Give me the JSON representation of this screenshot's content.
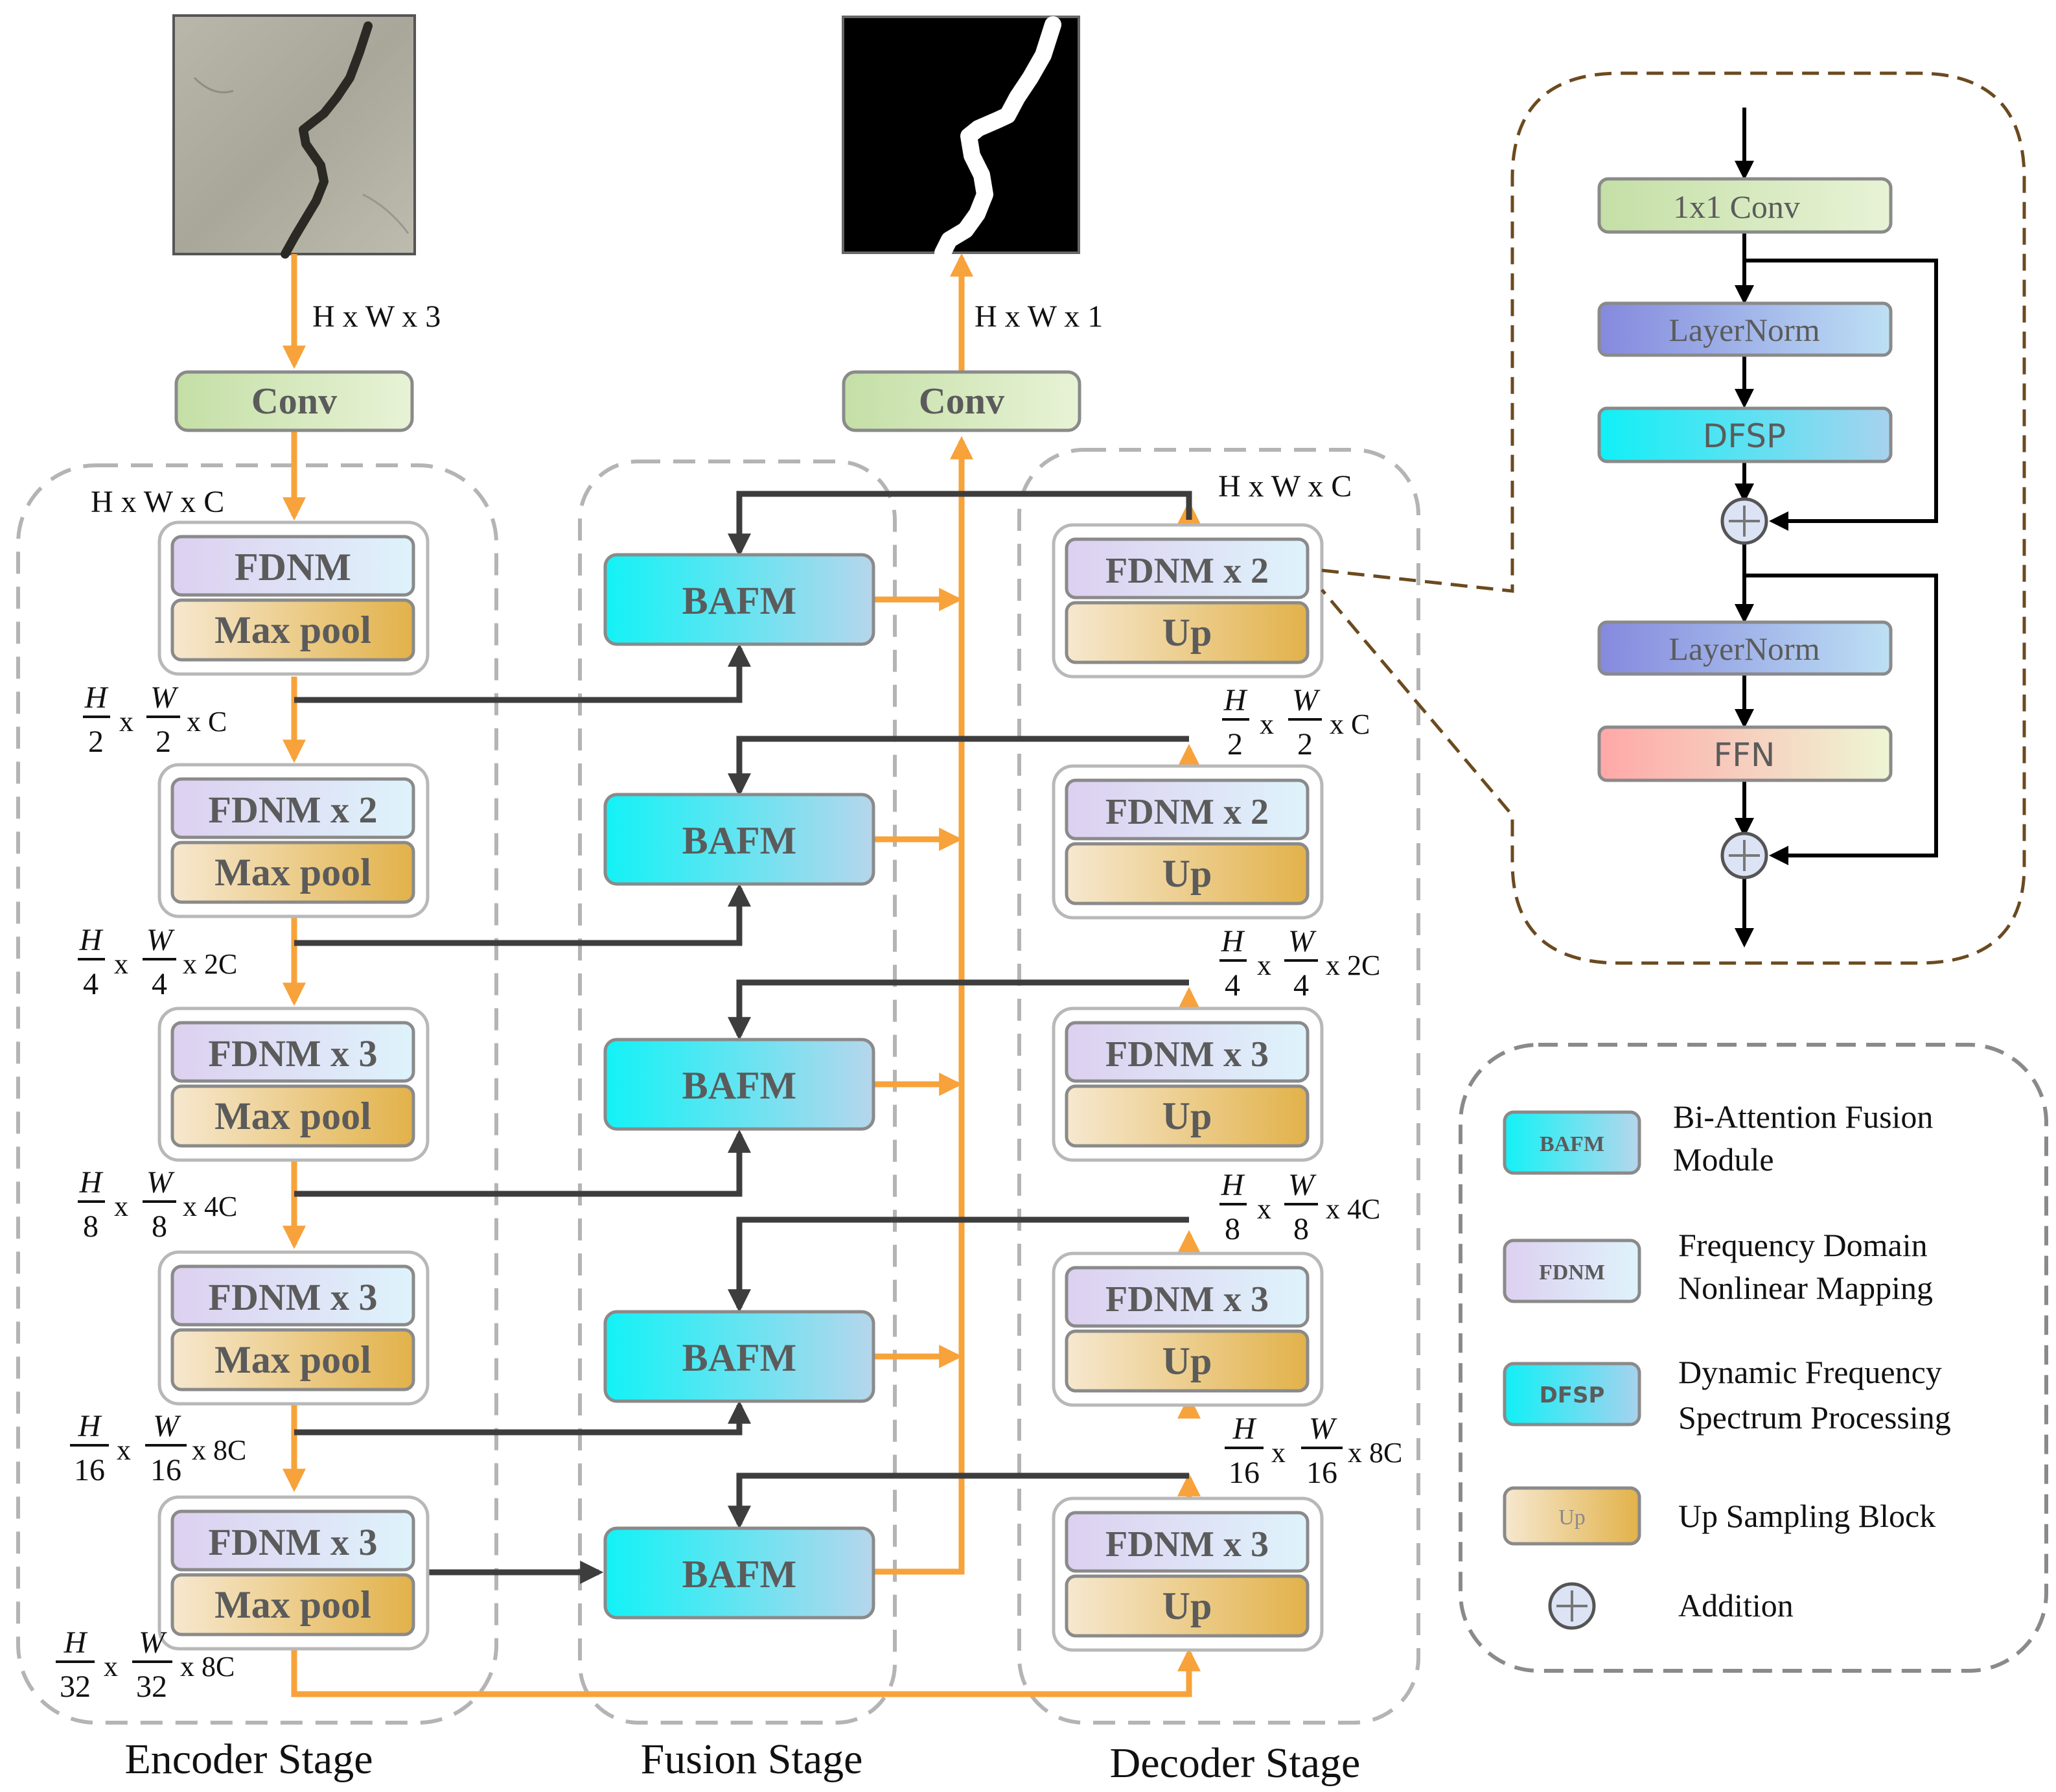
{
  "colors": {
    "orange_arrow": "#f7a23a",
    "dark_arrow": "#3d3d3d",
    "brown_dash": "#6b4a1f",
    "gray_dash": "#b4b4b4",
    "conv_fill": "#cfe4b5",
    "bafm_cyan": "#14f0f4",
    "bafm_blue": "#b3d8ec",
    "fdnm_purple": "#ddd2f0",
    "fdnm_light": "#dff1fb",
    "up_tan": "#f5e6c8",
    "up_gold": "#e3b44e",
    "layernorm_left": "#8a8ee0",
    "layernorm_right": "#b9dcf2",
    "ffn_left": "#ffb0ae",
    "ffn_right": "#ecf5d3"
  },
  "images": {
    "input": "crack-photo",
    "output": "crack-mask"
  },
  "top_labels": {
    "input_dim": "H x W x 3",
    "output_dim": "H x W x 1",
    "conv_in": "Conv",
    "conv_out": "Conv"
  },
  "encoder": {
    "stage_label": "Encoder Stage",
    "top_dim": "H x W x C",
    "blocks": [
      {
        "top": "FDNM",
        "bottom": "Max pool"
      },
      {
        "top": "FDNM x 2",
        "bottom": "Max pool"
      },
      {
        "top": "FDNM x 3",
        "bottom": "Max pool"
      },
      {
        "top": "FDNM x 3",
        "bottom": "Max pool"
      },
      {
        "top": "FDNM x 3",
        "bottom": "Max pool"
      }
    ],
    "dims": [
      {
        "num": "H",
        "den": "2",
        "num2": "W",
        "den2": "2",
        "ch": "x C"
      },
      {
        "num": "H",
        "den": "4",
        "num2": "W",
        "den2": "4",
        "ch": "x 2C"
      },
      {
        "num": "H",
        "den": "8",
        "num2": "W",
        "den2": "8",
        "ch": "x 4C"
      },
      {
        "num": "H",
        "den": "16",
        "num2": "W",
        "den2": "16",
        "ch": "x 8C"
      },
      {
        "num": "H",
        "den": "32",
        "num2": "W",
        "den2": "32",
        "ch": "x 8C"
      }
    ]
  },
  "fusion": {
    "stage_label": "Fusion Stage",
    "blocks": [
      "BAFM",
      "BAFM",
      "BAFM",
      "BAFM",
      "BAFM"
    ]
  },
  "decoder": {
    "stage_label": "Decoder Stage",
    "top_dim": "H x W x C",
    "blocks": [
      {
        "top": "FDNM x 2",
        "bottom": "Up"
      },
      {
        "top": "FDNM x 2",
        "bottom": "Up"
      },
      {
        "top": "FDNM x 3",
        "bottom": "Up"
      },
      {
        "top": "FDNM x 3",
        "bottom": "Up"
      },
      {
        "top": "FDNM x 3",
        "bottom": "Up"
      }
    ],
    "dims": [
      {
        "num": "H",
        "den": "2",
        "num2": "W",
        "den2": "2",
        "ch": "x C"
      },
      {
        "num": "H",
        "den": "4",
        "num2": "W",
        "den2": "4",
        "ch": "x 2C"
      },
      {
        "num": "H",
        "den": "8",
        "num2": "W",
        "den2": "8",
        "ch": "x 4C"
      },
      {
        "num": "H",
        "den": "16",
        "num2": "W",
        "den2": "16",
        "ch": "x 8C"
      }
    ]
  },
  "detail": {
    "blocks": [
      "1x1 Conv",
      "LayerNorm",
      "DFSP",
      "LayerNorm",
      "FFN"
    ]
  },
  "legend": {
    "items": [
      {
        "swatch": "BAFM",
        "text1": "Bi-Attention Fusion",
        "text2": "Module"
      },
      {
        "swatch": "FDNM",
        "text1": "Frequency Domain",
        "text2": "Nonlinear Mapping"
      },
      {
        "swatch": "DFSP",
        "text1": "Dynamic Frequency",
        "text2": "Spectrum Processing"
      },
      {
        "swatch": "Up",
        "text1": "Up Sampling Block",
        "text2": ""
      },
      {
        "swatch": "",
        "text1": "Addition",
        "text2": ""
      }
    ]
  }
}
